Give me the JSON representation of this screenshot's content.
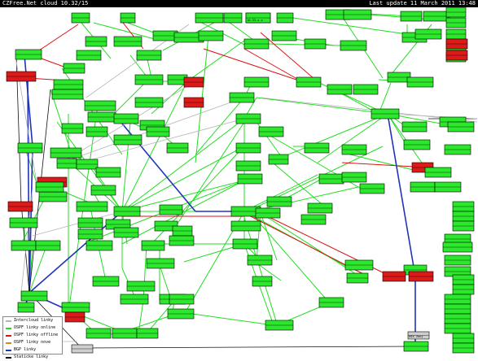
{
  "header": {
    "title": "CZFree.Net cloud 10.32/15",
    "last_update": "Last update 11 March 2011 13:48"
  },
  "legend": [
    {
      "label": "Intercloud linky",
      "color": "#b4b4b4"
    },
    {
      "label": "OSPF linky online",
      "color": "#22dd22"
    },
    {
      "label": "OSPF linky offline",
      "color": "#dd1111"
    },
    {
      "label": "OSPF linky nove",
      "color": "#dd8800"
    },
    {
      "label": "BGP linky",
      "color": "#2233bb"
    },
    {
      "label": "Staticke linky",
      "color": "#111111"
    }
  ],
  "node_legible_text": [
    "10.33.x.x",
    "NIX Zony"
  ]
}
